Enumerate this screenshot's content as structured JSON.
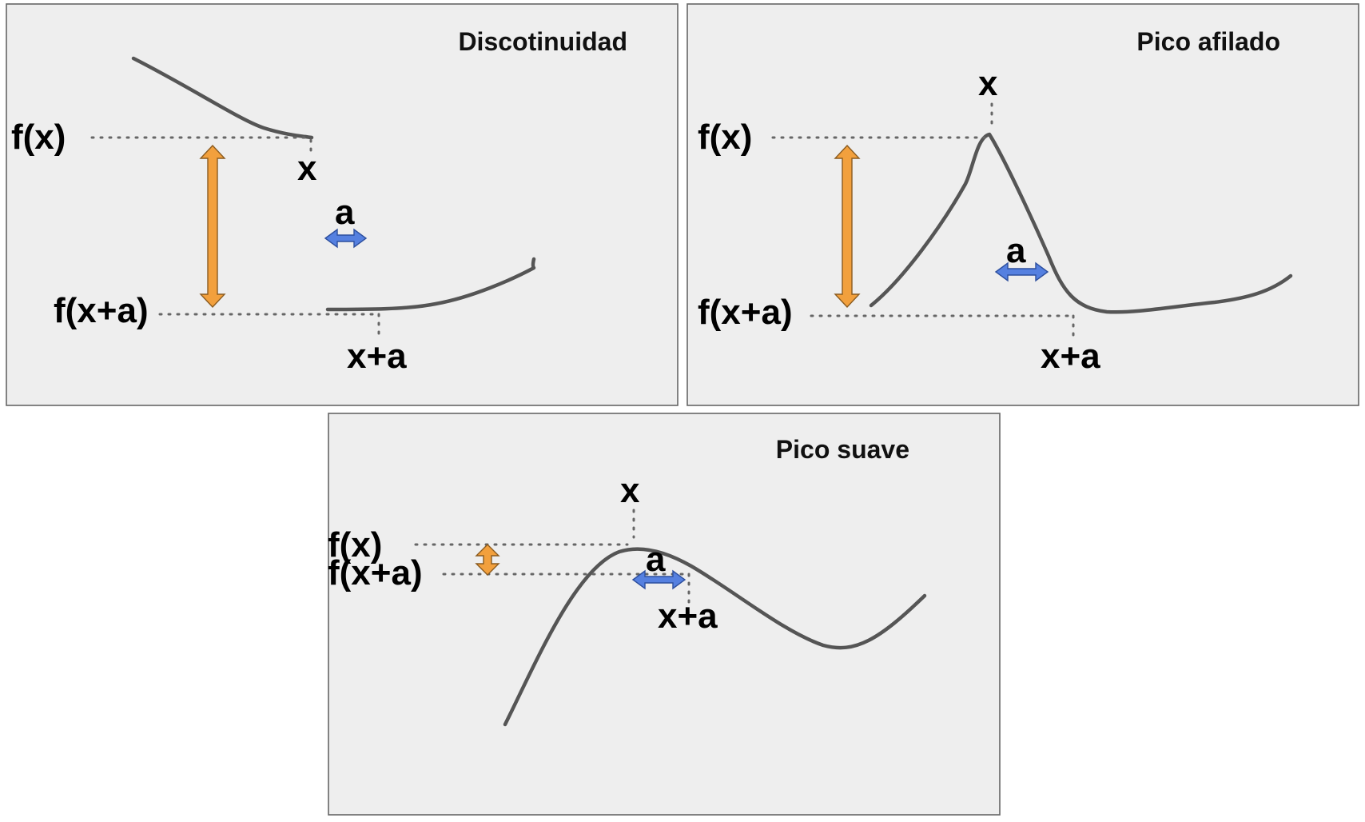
{
  "panels": [
    {
      "title": "Discotinuidad",
      "labels": {
        "fx": "f(x)",
        "fxa": "f(x+a)",
        "x": "x",
        "xa": "x+a",
        "a": "a"
      }
    },
    {
      "title": "Pico afilado",
      "labels": {
        "fx": "f(x)",
        "fxa": "f(x+a)",
        "x": "x",
        "xa": "x+a",
        "a": "a"
      }
    },
    {
      "title": "Pico suave",
      "labels": {
        "fx": "f(x)",
        "fxa": "f(x+a)",
        "x": "x",
        "xa": "x+a",
        "a": "a"
      }
    }
  ],
  "colors": {
    "panel_background": "#eeeeee",
    "panel_border": "#666666",
    "curve": "#555555",
    "vertical_arrow": "#f2a03d",
    "horizontal_arrow": "#5580e0"
  }
}
